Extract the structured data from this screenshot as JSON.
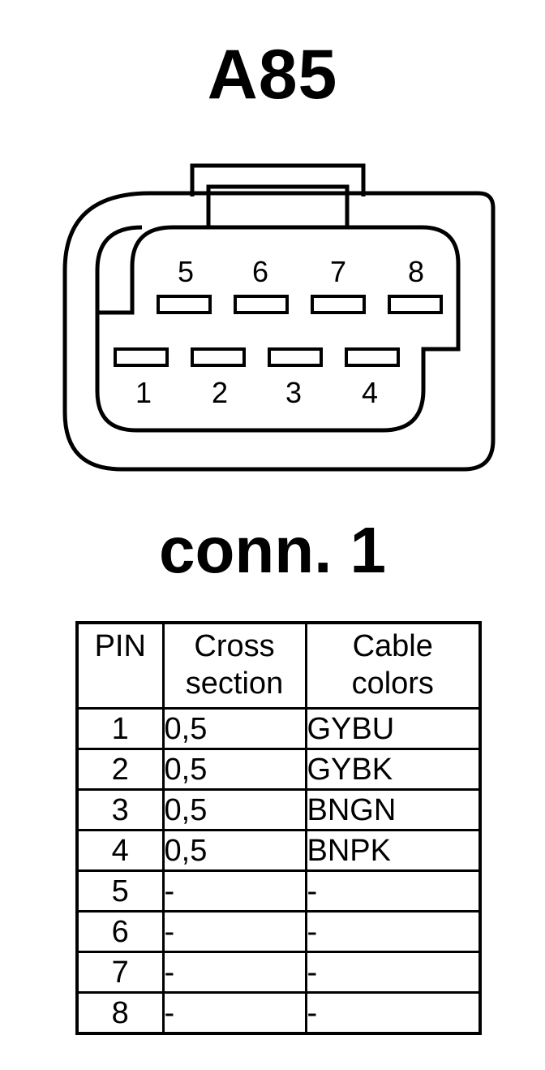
{
  "title": "A85",
  "subtitle": "conn. 1",
  "connector": {
    "top_row_pins": [
      "5",
      "6",
      "7",
      "8"
    ],
    "bottom_row_pins": [
      "1",
      "2",
      "3",
      "4"
    ]
  },
  "table": {
    "headers": {
      "pin": "PIN",
      "cross_line1": "Cross",
      "cross_line2": "section",
      "color_line1": "Cable",
      "color_line2": "colors"
    },
    "rows": [
      {
        "pin": "1",
        "cross": "0,5",
        "color": "GYBU"
      },
      {
        "pin": "2",
        "cross": "0,5",
        "color": "GYBK"
      },
      {
        "pin": "3",
        "cross": "0,5",
        "color": "BNGN"
      },
      {
        "pin": "4",
        "cross": "0,5",
        "color": "BNPK"
      },
      {
        "pin": "5",
        "cross": "-",
        "color": "-"
      },
      {
        "pin": "6",
        "cross": "-",
        "color": "-"
      },
      {
        "pin": "7",
        "cross": "-",
        "color": "-"
      },
      {
        "pin": "8",
        "cross": "-",
        "color": "-"
      }
    ]
  }
}
